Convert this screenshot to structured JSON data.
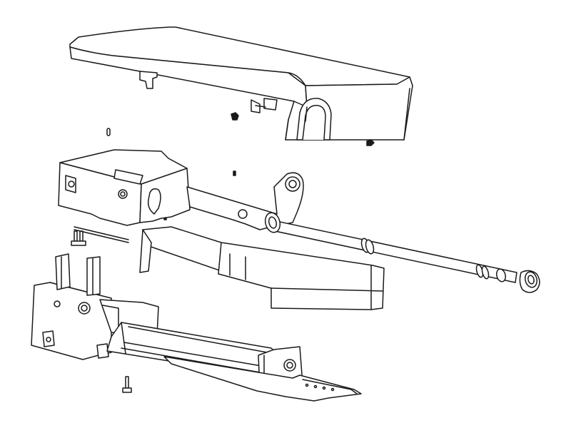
{
  "diagram": {
    "style": "exploded-view line drawing",
    "colors": {
      "background": "#ffffff",
      "stroke": "#1a1a1a",
      "fill": "#ffffff",
      "shade": "#d8d8d8"
    },
    "parts": [
      "top-cover",
      "upper-frame",
      "lower-base",
      "platen-shaft",
      "end-bushing",
      "shaft-collar",
      "screws-pins"
    ]
  }
}
